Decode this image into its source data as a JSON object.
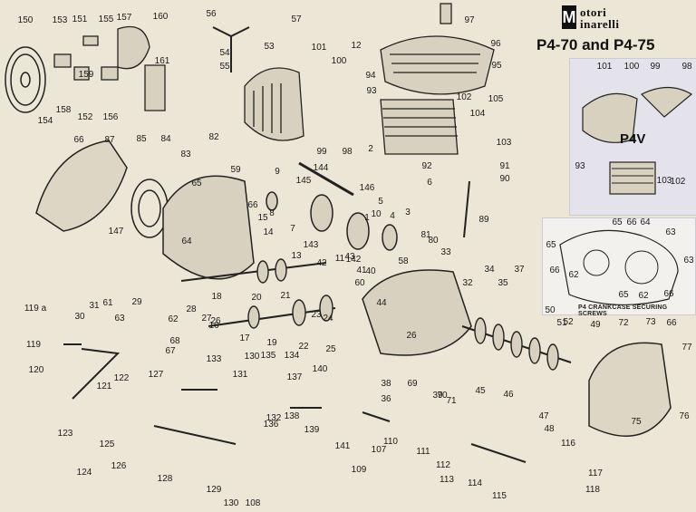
{
  "brand": {
    "initial": "M",
    "line1": "otori",
    "line2": "inarelli"
  },
  "title": "P4-70 and P4-75",
  "p4v_label": "P4V",
  "crankcase_caption": "P4 CRANKCASE SECURING SCREWS",
  "colors": {
    "paper": "#ece6d6",
    "ink": "#1a1a1a",
    "panel": "#e4e2ea"
  },
  "callouts": [
    "150",
    "153",
    "151",
    "155",
    "157",
    "160",
    "56",
    "57",
    "97",
    "53",
    "54",
    "55",
    "96",
    "101",
    "12",
    "100",
    "95",
    "94",
    "93",
    "102",
    "104",
    "105",
    "103",
    "161",
    "159",
    "158",
    "152",
    "156",
    "154",
    "66",
    "87",
    "85",
    "84",
    "83",
    "82",
    "9",
    "2",
    "144",
    "145",
    "146",
    "92",
    "6",
    "91",
    "90",
    "99",
    "98",
    "65",
    "59",
    "147",
    "8",
    "7",
    "3",
    "1",
    "5",
    "10",
    "143",
    "4",
    "89",
    "64",
    "66",
    "15",
    "14",
    "81",
    "80",
    "11",
    "42",
    "142",
    "13",
    "41",
    "43",
    "40",
    "60",
    "58",
    "33",
    "34",
    "35",
    "37",
    "32",
    "31",
    "30",
    "61",
    "63",
    "29",
    "28",
    "27",
    "26",
    "16",
    "18",
    "20",
    "21",
    "23",
    "24",
    "36",
    "38",
    "39",
    "62",
    "67",
    "68",
    "119 a",
    "119",
    "120",
    "25",
    "26",
    "69",
    "70",
    "71",
    "45",
    "46",
    "47",
    "48",
    "50",
    "51",
    "52",
    "49",
    "72",
    "73",
    "66",
    "77",
    "76",
    "75",
    "17",
    "19",
    "22",
    "133",
    "130",
    "135",
    "134",
    "132",
    "131",
    "136",
    "137",
    "138",
    "139",
    "140",
    "141",
    "122",
    "121",
    "123",
    "124",
    "125",
    "126",
    "127",
    "128",
    "129",
    "130",
    "108",
    "107",
    "109",
    "110",
    "111",
    "112",
    "113",
    "114",
    "115",
    "116",
    "117",
    "118",
    "44"
  ],
  "inset_top": [
    "101",
    "100",
    "99",
    "98"
  ],
  "inset_mid": [
    "93",
    "103",
    "102"
  ],
  "inset_crankcase": [
    "65",
    "66",
    "64",
    "63",
    "65",
    "63",
    "66",
    "62",
    "65",
    "62",
    "66"
  ]
}
